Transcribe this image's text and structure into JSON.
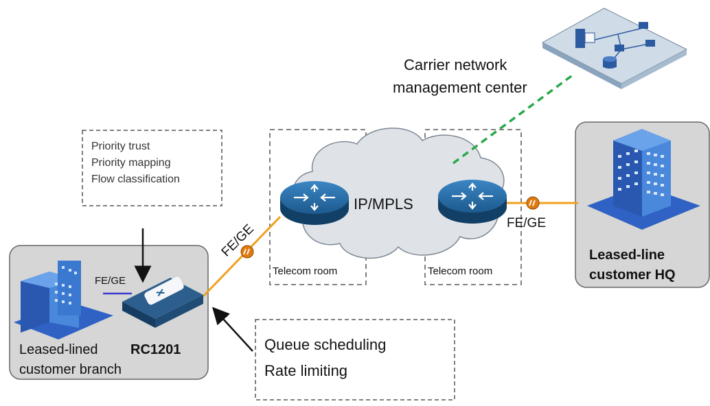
{
  "annotations": {
    "classification": [
      "Priority trust",
      "Priority mapping",
      "Flow classification"
    ],
    "queue": [
      "Queue scheduling",
      "Rate limiting"
    ]
  },
  "network": {
    "cloud_label": "IP/MPLS",
    "room_left": "Telecom room",
    "room_right": "Telecom room"
  },
  "nms": {
    "line1": "Carrier network",
    "line2": "management center"
  },
  "links": {
    "left_uplink": "FE/GE",
    "right_uplink": "FE/GE",
    "branch_link": "FE/GE"
  },
  "branch": {
    "label_line1": "Leased-lined",
    "label_line2": "customer branch",
    "device": "RC1201"
  },
  "hq": {
    "label_line1": "Leased-line",
    "label_line2": "customer HQ"
  },
  "colors": {
    "uplink": "#f0a020",
    "mgmt_link": "#2aa84a",
    "branch_link": "#3a3ad0",
    "router": "#1f5f96",
    "cloud": "#dfe3e8",
    "panel": "#d6d6d6"
  }
}
